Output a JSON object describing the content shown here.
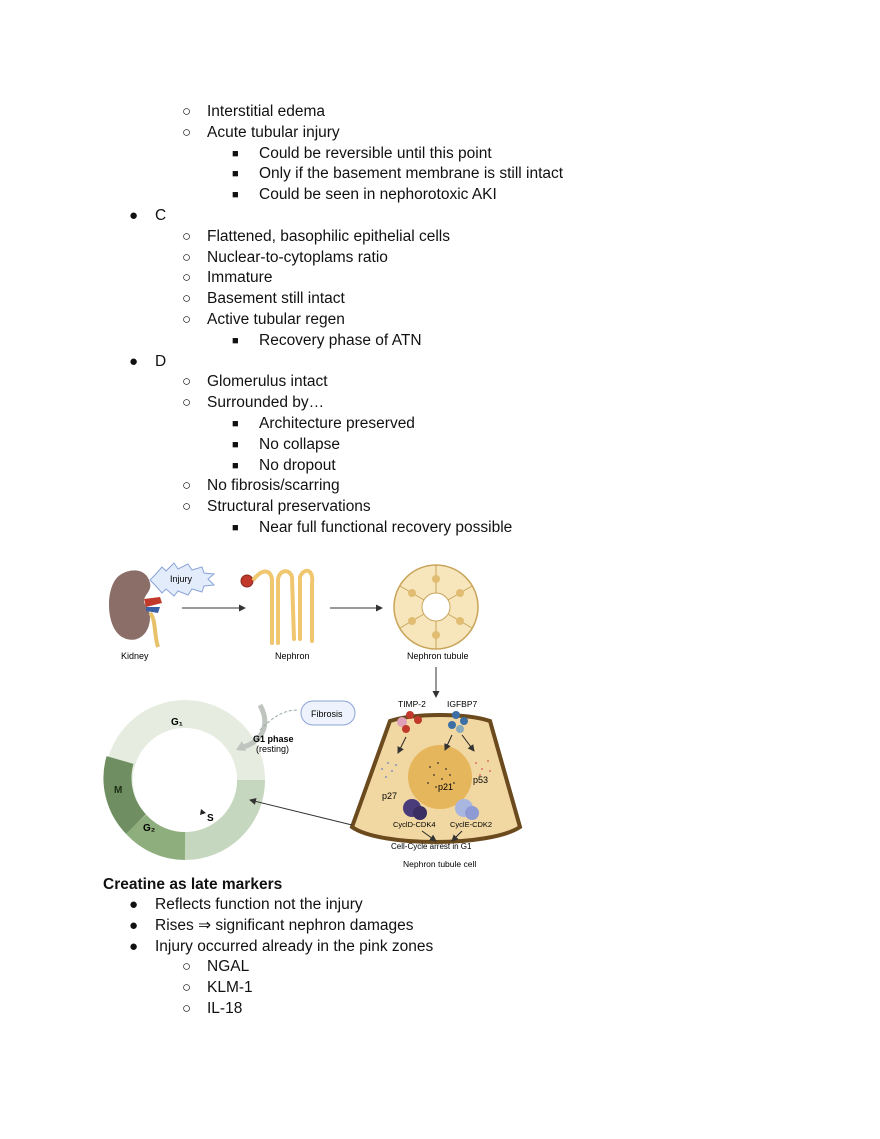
{
  "outline_top": [
    {
      "level": 2,
      "text": "Interstitial edema"
    },
    {
      "level": 2,
      "text": "Acute tubular injury"
    },
    {
      "level": 3,
      "text": "Could be reversible until this point"
    },
    {
      "level": 3,
      "text": "Only if the basement membrane is still intact"
    },
    {
      "level": 3,
      "text": "Could be seen in nephorotoxic AKI"
    },
    {
      "level": 1,
      "text": "C"
    },
    {
      "level": 2,
      "text": "Flattened, basophilic epithelial cells"
    },
    {
      "level": 2,
      "text": "Nuclear-to-cytoplams ratio"
    },
    {
      "level": 2,
      "text": "Immature"
    },
    {
      "level": 2,
      "text": "Basement still intact"
    },
    {
      "level": 2,
      "text": "Active tubular regen"
    },
    {
      "level": 3,
      "text": "Recovery phase of ATN"
    },
    {
      "level": 1,
      "text": "D"
    },
    {
      "level": 2,
      "text": "Glomerulus intact"
    },
    {
      "level": 2,
      "text": "Surrounded by…"
    },
    {
      "level": 3,
      "text": "Architecture preserved"
    },
    {
      "level": 3,
      "text": "No collapse"
    },
    {
      "level": 3,
      "text": "No dropout"
    },
    {
      "level": 2,
      "text": "No fibrosis/scarring"
    },
    {
      "level": 2,
      "text": "Structural preservations"
    },
    {
      "level": 3,
      "text": "Near full functional recovery possible"
    }
  ],
  "bullet_glyphs": {
    "1": "●",
    "2": "○",
    "3": "■"
  },
  "figure": {
    "injury": "Injury",
    "kidney": "Kidney",
    "nephron": "Nephron",
    "nephron_tubule": "Nephron tubule",
    "fibrosis": "Fibrosis",
    "g1_phase": "G1 phase",
    "resting": "(resting)",
    "g1": "G₁",
    "m": "M",
    "g2": "G₂",
    "s": "S",
    "timp2": "TIMP-2",
    "igfbp7": "IGFBP7",
    "p27": "p27",
    "p21": "p21",
    "p53": "p53",
    "cycd": "CyclD-CDK4",
    "cyce": "CyclE-CDK2",
    "arrest": "Cell-Cycle arrest in G1",
    "tubule_cell": "Nephron tubule cell"
  },
  "section_heading": "Creatine as late markers",
  "outline_bottom": [
    {
      "level": 1,
      "text": "Reflects function not the injury"
    },
    {
      "level": 1,
      "text": "Rises ⇒ significant nephron damages"
    },
    {
      "level": 1,
      "text": "Injury occurred already in the pink zones"
    },
    {
      "level": 2,
      "text": "NGAL"
    },
    {
      "level": 2,
      "text": "KLM-1"
    },
    {
      "level": 2,
      "text": "IL-18"
    }
  ]
}
